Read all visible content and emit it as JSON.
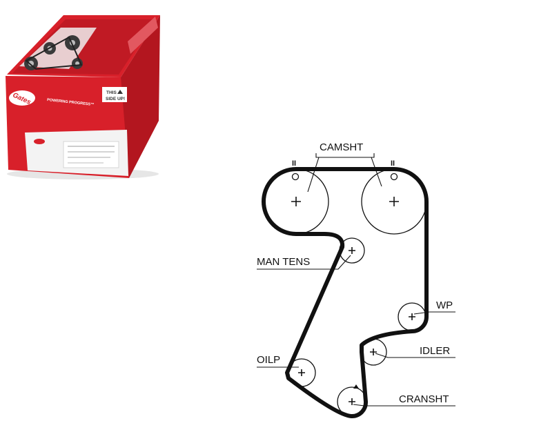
{
  "product_box": {
    "brand": "Gates",
    "slogan": "POWERING PROGRESS™",
    "orientation_label_line1": "THIS",
    "orientation_label_line2": "SIDE UP!",
    "colors": {
      "red": "#d8202a",
      "dark_red": "#a8161e",
      "white": "#f4f4f4"
    }
  },
  "belt_diagram": {
    "labels": {
      "camshaft": "CAMSHT",
      "man_tens": "MAN TENS",
      "wp": "WP",
      "oilp": "OILP",
      "idler": "IDLER",
      "crankshaft": "CRANSHT"
    },
    "timing_marks": {
      "left": "II",
      "right": "II"
    },
    "colors": {
      "belt": "#111111",
      "pulley": "#111111"
    }
  }
}
